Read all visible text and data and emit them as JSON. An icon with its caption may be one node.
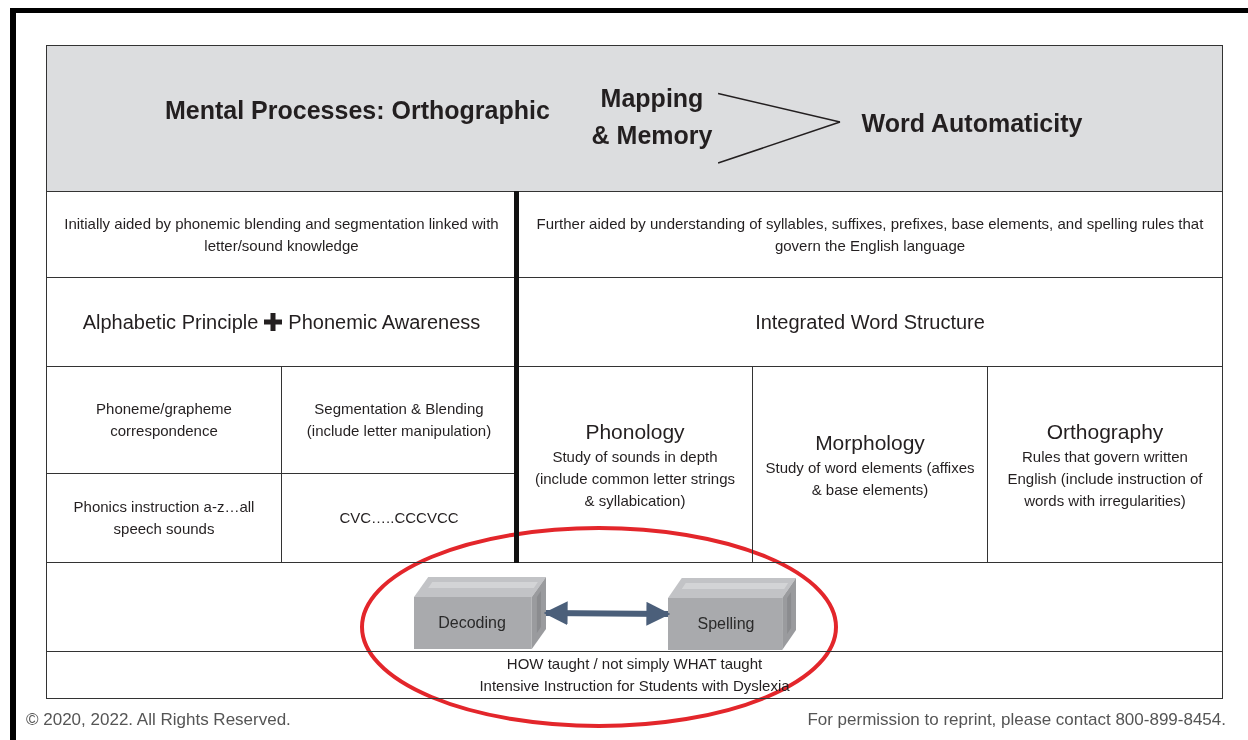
{
  "diagram": {
    "nodes": [
      {
        "text": [
          "Mental Processes: Orthographic"
        ]
      },
      {
        "text": [
          "Mapping & Memory"
        ],
        "in": 0
      },
      {
        "text": [
          "Word Automaticity"
        ],
        "in": 0
      },
      {
        "text": [
          "Initially aided by phonemic blending and segmentation linked with letter/sound knowledge"
        ]
      },
      {
        "text": [
          "Further aided by understanding of syllables, suffixes, prefixes, base elements, and spelling rules that govern the English language"
        ]
      },
      {
        "text": [
          "Alphabetic Principle",
          "Phonemic Awareness"
        ]
      },
      {
        "text": [
          "Integrated Word Structure"
        ]
      },
      {
        "text": [
          "Phoneme/grapheme correspondence"
        ]
      },
      {
        "text": [
          "Segmentation & Blending (include letter manipulation)"
        ]
      },
      {
        "text": [
          "Phonology",
          "Study of sounds in depth (include common letter strings & syllabication)"
        ]
      },
      {
        "text": [
          "Morphology",
          "Study of word elements (affixes & base elements)"
        ]
      },
      {
        "text": [
          "Orthography",
          "Rules that govern written English (include instruction of words with irregularities)"
        ]
      },
      {
        "text": [
          "Phonics instruction a-z…all speech sounds"
        ]
      },
      {
        "text": [
          "CVC…..CCCVCC"
        ]
      },
      {
        "text": [
          "Decoding"
        ]
      },
      {
        "text": [
          "Spelling"
        ]
      },
      {
        "text": [
          "HOW taught / not simply WHAT taught",
          "Intensive Instruction for Students with Dyslexia"
        ]
      }
    ],
    "edges": [
      {
        "from": 1,
        "to": 2,
        "arrow": "none"
      },
      {
        "from": 1,
        "to": 2,
        "arrow": "none"
      },
      {
        "from": 14,
        "to": 15,
        "arrow": "both",
        "style": "thick"
      }
    ],
    "labels": [
      "© 2020, 2022. All Rights Reserved.",
      "For permission to reprint, please contact 800-899-8454."
    ]
  }
}
